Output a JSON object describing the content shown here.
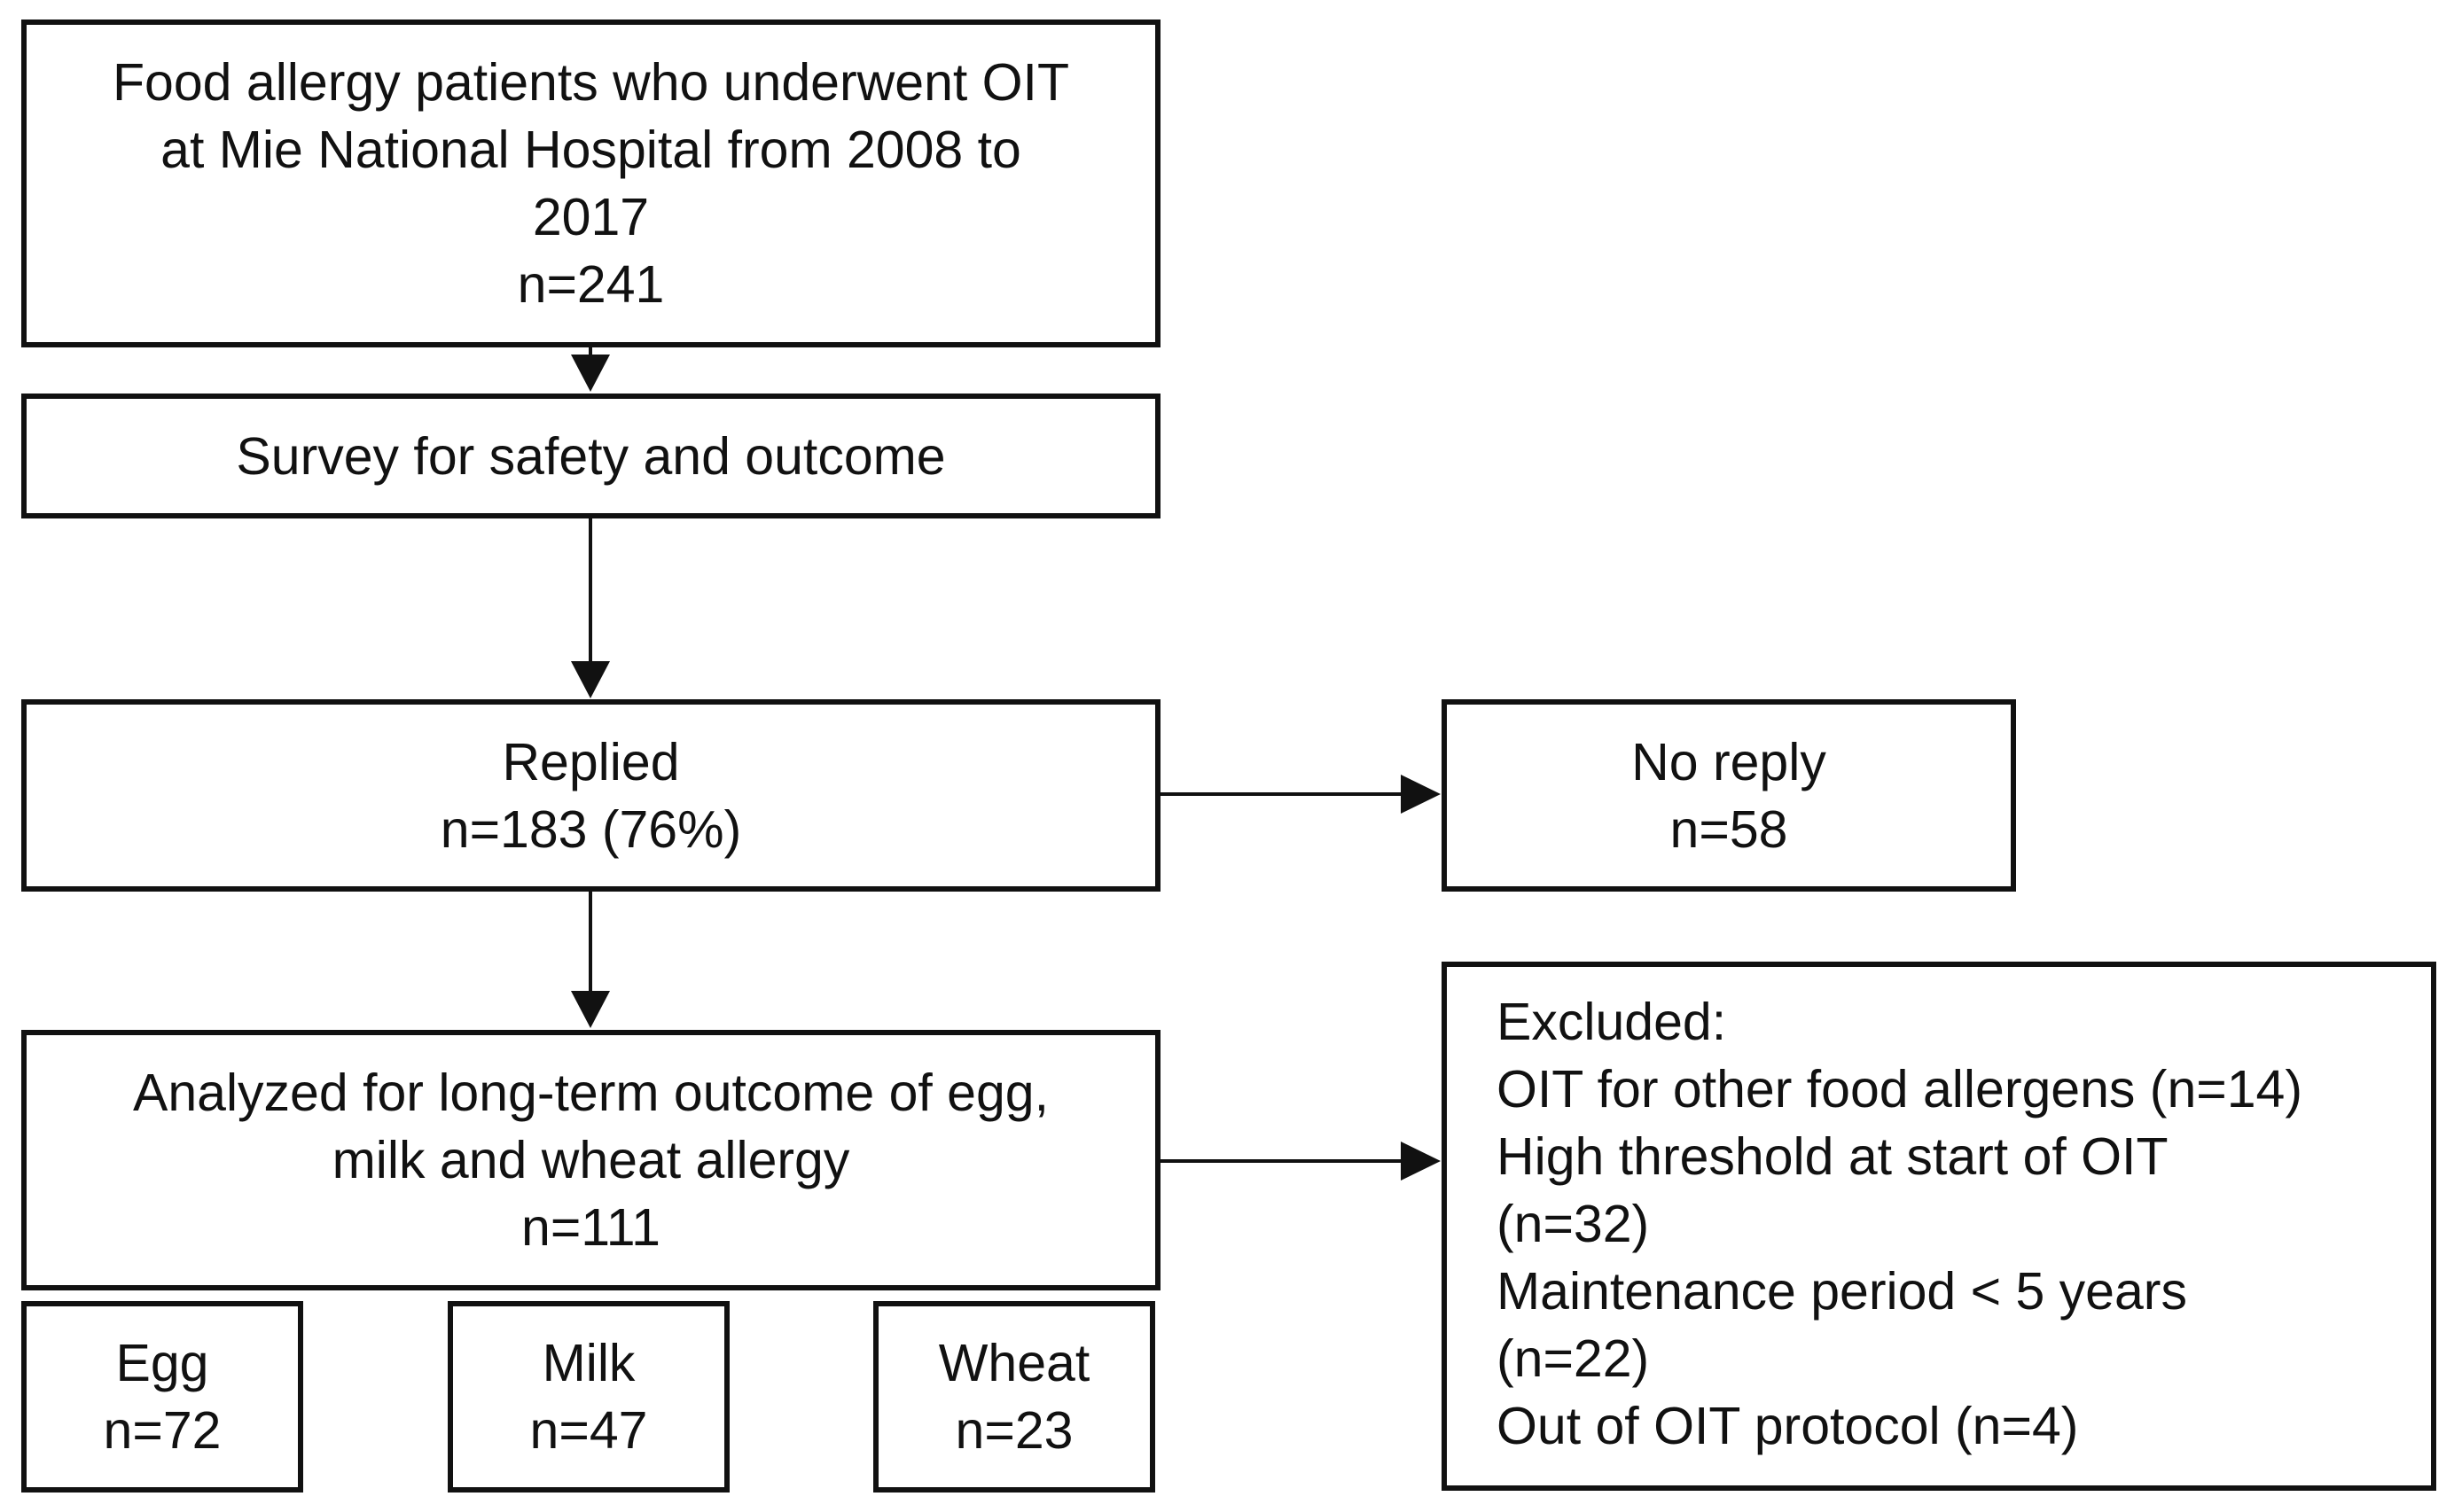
{
  "boxes": {
    "population": {
      "lines": [
        "Food allergy patients who underwent OIT",
        "at Mie National Hospital from 2008 to",
        "2017",
        "n=241"
      ]
    },
    "survey": {
      "lines": [
        "Survey for safety and outcome"
      ]
    },
    "replied": {
      "lines": [
        "Replied",
        "n=183 (76%)"
      ]
    },
    "no_reply": {
      "lines": [
        "No reply",
        "n=58"
      ]
    },
    "analyzed": {
      "lines": [
        "Analyzed for long-term outcome of egg,",
        "milk and wheat allergy",
        "n=111"
      ]
    },
    "excluded": {
      "lines": [
        "Excluded:",
        "OIT  for other food allergens (n=14)",
        "High threshold at start of OIT",
        "(n=32)",
        "Maintenance period < 5 years",
        "(n=22)",
        "Out  of OIT  protocol (n=4)"
      ]
    },
    "egg": {
      "lines": [
        "Egg",
        "n=72"
      ]
    },
    "milk": {
      "lines": [
        "Milk",
        "n=47"
      ]
    },
    "wheat": {
      "lines": [
        "Wheat",
        "n=23"
      ]
    }
  }
}
